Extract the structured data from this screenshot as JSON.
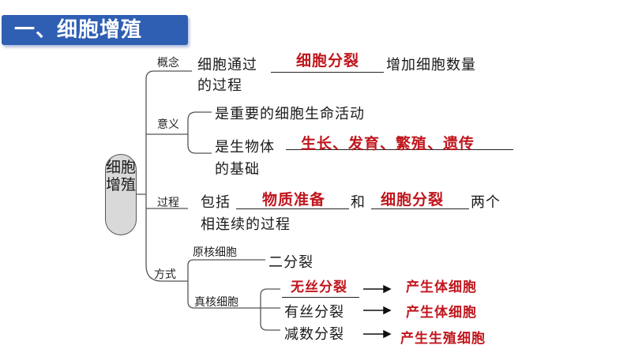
{
  "title": "一、细胞增殖",
  "center_label": "细胞增殖",
  "concept": {
    "label": "概念",
    "text_before": "细胞通过",
    "answer": "细胞分裂",
    "text_after": "增加细胞数量",
    "line2": "的过程"
  },
  "significance": {
    "label": "意义",
    "item1": "是重要的细胞生命活动",
    "item2_before": "是生物体",
    "item2_answer": "生长、发育、繁殖、遗传",
    "item2_line2": "的基础"
  },
  "process": {
    "label": "过程",
    "text_before": "包括",
    "answer1": "物质准备",
    "mid": "和",
    "answer2": "细胞分裂",
    "after": "两个",
    "line2": "相连续的过程"
  },
  "methods": {
    "label": "方式",
    "prokaryote_label": "原核细胞",
    "prokaryote_method": "二分裂",
    "eukaryote_label": "真核细胞",
    "eukaryote_methods": [
      {
        "name": "无丝分裂",
        "result": "产生体细胞"
      },
      {
        "name": "有丝分裂",
        "result": "产生体细胞"
      },
      {
        "name": "减数分裂",
        "result": "产生生殖细胞"
      }
    ]
  },
  "colors": {
    "title_bg": "#2f5fb3",
    "answer": "#c0161d",
    "center_bg": "#d9d9d9"
  }
}
